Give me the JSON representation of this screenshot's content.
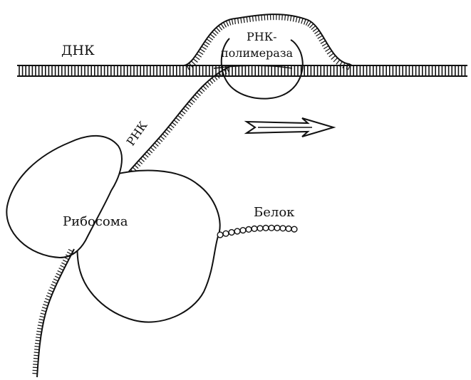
{
  "labels": {
    "dna": "ДНК",
    "polymerase_line1": "РНК-",
    "polymerase_line2": "полимераза",
    "rna": "РНК",
    "ribosome": "Рибосома",
    "protein": "Белок"
  },
  "colors": {
    "ink": "#111111",
    "background": "#ffffff"
  }
}
